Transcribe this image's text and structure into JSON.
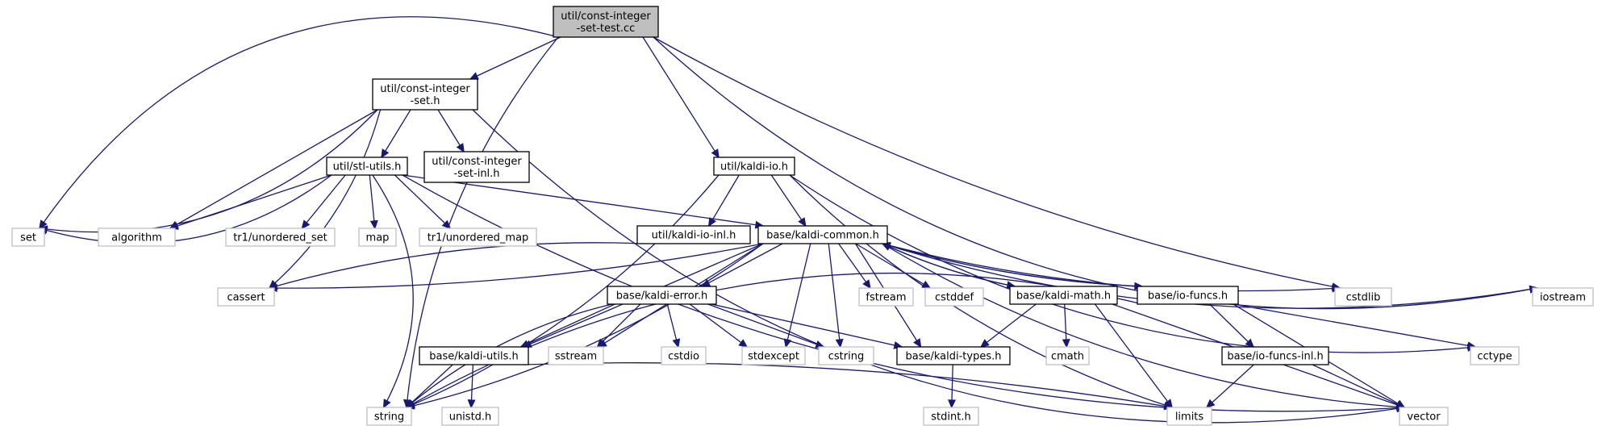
{
  "graph": {
    "edge_color": "#191970",
    "root_fill": "#bfbfbf",
    "system_border": "#bfbfbf",
    "nodes": [
      {
        "id": "root",
        "label": [
          "util/const-integer",
          "-set-test.cc"
        ],
        "kind": "root"
      },
      {
        "id": "cis",
        "label": [
          "util/const-integer",
          "-set.h"
        ],
        "kind": "file"
      },
      {
        "id": "cisinl",
        "label": [
          "util/const-integer",
          "-set-inl.h"
        ],
        "kind": "file"
      },
      {
        "id": "stl",
        "label": [
          "util/stl-utils.h"
        ],
        "kind": "file"
      },
      {
        "id": "kio",
        "label": [
          "util/kaldi-io.h"
        ],
        "kind": "file"
      },
      {
        "id": "kioinl",
        "label": [
          "util/kaldi-io-inl.h"
        ],
        "kind": "file"
      },
      {
        "id": "common",
        "label": [
          "base/kaldi-common.h"
        ],
        "kind": "file"
      },
      {
        "id": "error",
        "label": [
          "base/kaldi-error.h"
        ],
        "kind": "file"
      },
      {
        "id": "kmath",
        "label": [
          "base/kaldi-math.h"
        ],
        "kind": "file"
      },
      {
        "id": "iofuncs",
        "label": [
          "base/io-funcs.h"
        ],
        "kind": "file"
      },
      {
        "id": "kutils",
        "label": [
          "base/kaldi-utils.h"
        ],
        "kind": "file"
      },
      {
        "id": "ktypes",
        "label": [
          "base/kaldi-types.h"
        ],
        "kind": "file"
      },
      {
        "id": "iofinl",
        "label": [
          "base/io-funcs-inl.h"
        ],
        "kind": "file"
      },
      {
        "id": "set",
        "label": [
          "set"
        ],
        "kind": "system"
      },
      {
        "id": "algorithm",
        "label": [
          "algorithm"
        ],
        "kind": "system"
      },
      {
        "id": "tr1uset",
        "label": [
          "tr1/unordered_set"
        ],
        "kind": "system"
      },
      {
        "id": "map",
        "label": [
          "map"
        ],
        "kind": "system"
      },
      {
        "id": "tr1umap",
        "label": [
          "tr1/unordered_map"
        ],
        "kind": "system"
      },
      {
        "id": "cassert",
        "label": [
          "cassert"
        ],
        "kind": "system"
      },
      {
        "id": "fstream",
        "label": [
          "fstream"
        ],
        "kind": "system"
      },
      {
        "id": "cstddef",
        "label": [
          "cstddef"
        ],
        "kind": "system"
      },
      {
        "id": "cstdlib",
        "label": [
          "cstdlib"
        ],
        "kind": "system"
      },
      {
        "id": "iostream",
        "label": [
          "iostream"
        ],
        "kind": "system"
      },
      {
        "id": "sstream",
        "label": [
          "sstream"
        ],
        "kind": "system"
      },
      {
        "id": "cstdio",
        "label": [
          "cstdio"
        ],
        "kind": "system"
      },
      {
        "id": "stdexcept",
        "label": [
          "stdexcept"
        ],
        "kind": "system"
      },
      {
        "id": "cstring",
        "label": [
          "cstring"
        ],
        "kind": "system"
      },
      {
        "id": "cmath",
        "label": [
          "cmath"
        ],
        "kind": "system"
      },
      {
        "id": "cctype",
        "label": [
          "cctype"
        ],
        "kind": "system"
      },
      {
        "id": "string",
        "label": [
          "string"
        ],
        "kind": "system"
      },
      {
        "id": "unistd",
        "label": [
          "unistd.h"
        ],
        "kind": "system"
      },
      {
        "id": "stdint",
        "label": [
          "stdint.h"
        ],
        "kind": "system"
      },
      {
        "id": "limits",
        "label": [
          "limits"
        ],
        "kind": "system"
      },
      {
        "id": "vector",
        "label": [
          "vector"
        ],
        "kind": "system"
      }
    ],
    "edges": [
      [
        "root",
        "cis"
      ],
      [
        "root",
        "set"
      ],
      [
        "root",
        "kio"
      ],
      [
        "root",
        "iostream"
      ],
      [
        "root",
        "string"
      ],
      [
        "root",
        "cstdlib"
      ],
      [
        "cis",
        "set"
      ],
      [
        "cis",
        "algorithm"
      ],
      [
        "cis",
        "cassert"
      ],
      [
        "cis",
        "vector"
      ],
      [
        "cis",
        "stl"
      ],
      [
        "cis",
        "cisinl"
      ],
      [
        "stl",
        "set"
      ],
      [
        "stl",
        "algorithm"
      ],
      [
        "stl",
        "tr1uset"
      ],
      [
        "stl",
        "map"
      ],
      [
        "stl",
        "tr1umap"
      ],
      [
        "stl",
        "string"
      ],
      [
        "stl",
        "common"
      ],
      [
        "stl",
        "vector"
      ],
      [
        "kio",
        "kioinl"
      ],
      [
        "kio",
        "common"
      ],
      [
        "kio",
        "cctype"
      ],
      [
        "kio",
        "limits"
      ],
      [
        "kio",
        "string"
      ],
      [
        "kioinl",
        "cassert"
      ],
      [
        "common",
        "cassert"
      ],
      [
        "common",
        "string"
      ],
      [
        "common",
        "kutils"
      ],
      [
        "common",
        "error"
      ],
      [
        "common",
        "sstream"
      ],
      [
        "common",
        "fstream"
      ],
      [
        "common",
        "cstddef"
      ],
      [
        "common",
        "stdexcept"
      ],
      [
        "common",
        "cstring"
      ],
      [
        "common",
        "ktypes"
      ],
      [
        "common",
        "kmath"
      ],
      [
        "common",
        "iofuncs"
      ],
      [
        "common",
        "cstdlib"
      ],
      [
        "common",
        "iostream"
      ],
      [
        "common",
        "vector"
      ],
      [
        "error",
        "kutils"
      ],
      [
        "error",
        "sstream"
      ],
      [
        "error",
        "cstdio"
      ],
      [
        "error",
        "stdexcept"
      ],
      [
        "error",
        "cstring"
      ],
      [
        "error",
        "string"
      ],
      [
        "error",
        "ktypes"
      ],
      [
        "kmath",
        "common"
      ],
      [
        "kmath",
        "ktypes"
      ],
      [
        "kmath",
        "cmath"
      ],
      [
        "kmath",
        "limits"
      ],
      [
        "kmath",
        "vector"
      ],
      [
        "iofuncs",
        "common"
      ],
      [
        "iofuncs",
        "iofinl"
      ],
      [
        "iofuncs",
        "cctype"
      ],
      [
        "iofuncs",
        "vector"
      ],
      [
        "iofuncs",
        "string"
      ],
      [
        "kutils",
        "string"
      ],
      [
        "kutils",
        "unistd"
      ],
      [
        "kutils",
        "limits"
      ],
      [
        "ktypes",
        "stdint"
      ],
      [
        "iofinl",
        "limits"
      ],
      [
        "iofinl",
        "vector"
      ]
    ]
  }
}
